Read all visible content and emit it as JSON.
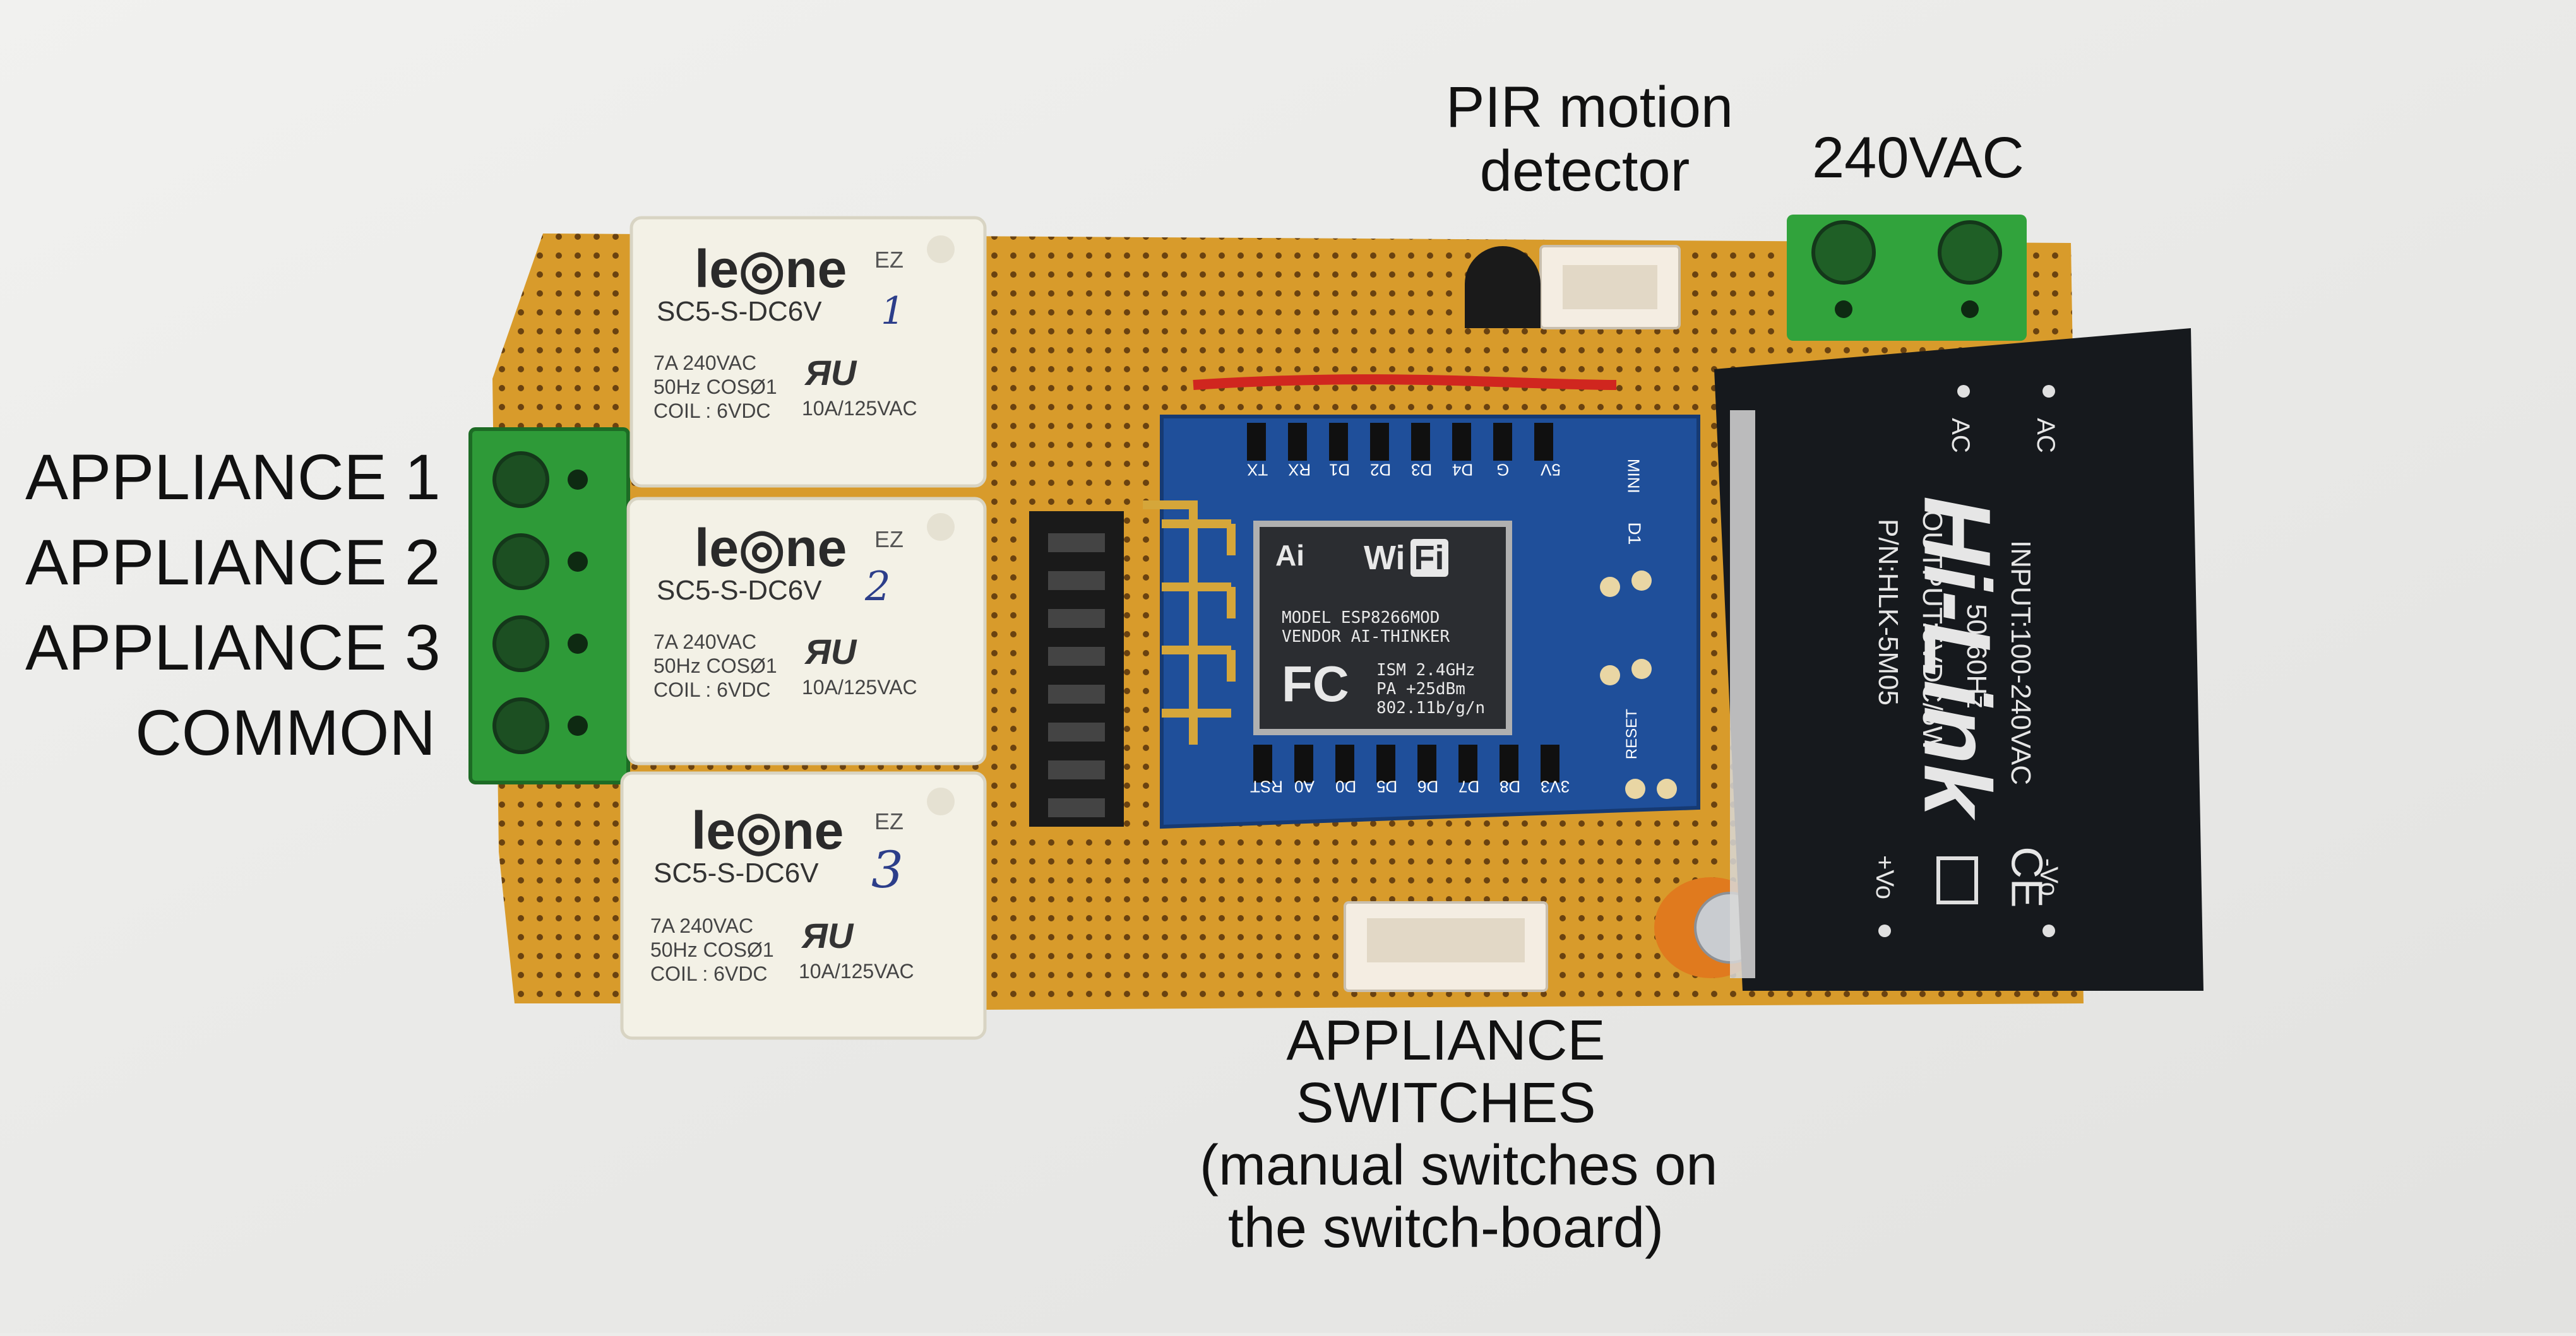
{
  "annotations": {
    "pir_line1": "PIR motion",
    "pir_line2": "detector",
    "vac": "240VAC",
    "appliance1": "APPLIANCE 1",
    "appliance2": "APPLIANCE 2",
    "appliance3": "APPLIANCE 3",
    "common": "COMMON",
    "switches_line1": "APPLIANCE",
    "switches_line2": "SWITCHES",
    "switches_line3": "(manual switches on",
    "switches_line4": "the switch-board)"
  },
  "relays": [
    {
      "brand": "le",
      "brand2": "ne",
      "model": "SC5-S-DC6V",
      "mark": "EZ",
      "rating1": "7A 240VAC",
      "rating2": "50Hz COSØ1",
      "coil": "COIL : 6VDC",
      "ul": "10A/125VAC",
      "number": "1"
    },
    {
      "brand": "le",
      "brand2": "ne",
      "model": "SC5-S-DC6V",
      "mark": "EZ",
      "rating1": "7A 240VAC",
      "rating2": "50Hz COSØ1",
      "coil": "COIL : 6VDC",
      "ul": "10A/125VAC",
      "number": "2"
    },
    {
      "brand": "le",
      "brand2": "ne",
      "model": "SC5-S-DC6V",
      "mark": "EZ",
      "rating1": "7A 240VAC",
      "rating2": "50Hz COSØ1",
      "coil": "COIL : 6VDC",
      "ul": "10A/125VAC",
      "number": "3"
    }
  ],
  "esp_module": {
    "brand": "Wi",
    "brand2": "Fi",
    "ai": "Ai",
    "model_line": "MODEL   ESP8266MOD",
    "vendor_line": "VENDOR  AI-THINKER",
    "fc": "FC",
    "ism": "ISM 2.4GHz",
    "pa": "PA  +25dBm",
    "std": "802.11b/g/n"
  },
  "d1_board": {
    "top_pins": [
      "TX",
      "RX",
      "D1",
      "D2",
      "D3",
      "D4",
      "G",
      "5V"
    ],
    "bottom_pins": [
      "RST",
      "A0",
      "D0",
      "D5",
      "D6",
      "D7",
      "D8",
      "3V3"
    ],
    "mini": "MINI",
    "d1": "D1",
    "reset": "RESET"
  },
  "power_module": {
    "brand": "Hi-Link",
    "input": "INPUT:100-240VAC",
    "freq": "50-60Hz",
    "output": "OUTPUT:5VDC/5W",
    "pn": "P/N:HLK-5M05",
    "ac1": "AC",
    "ac2": "AC",
    "vplus": "+Vo",
    "vminus": "-Vo",
    "ce": "CE"
  },
  "colors": {
    "pcb": "#d69a2a",
    "relay": "#f3f1e6",
    "terminal": "#2f9a3a",
    "d1": "#1f4f9a",
    "module": "#16191d",
    "background": "#ececea"
  }
}
